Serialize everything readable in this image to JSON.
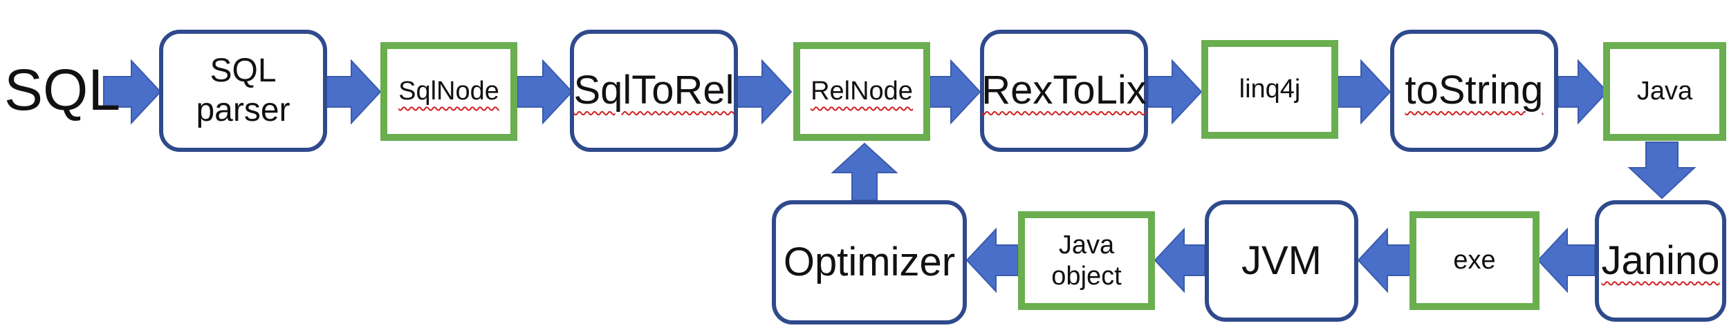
{
  "input_label": "SQL",
  "top_row": {
    "sql_parser": "SQL\nparser",
    "sqlnode": "SqlNode",
    "sqltorel": "SqlToRel",
    "relnode": "RelNode",
    "rextolix": "RexToLix",
    "linq4j": "linq4j",
    "tostring": "toString",
    "java": "Java"
  },
  "bottom_row": {
    "janino": "Janino",
    "exe": "exe",
    "jvm": "JVM",
    "java_object": "Java\nobject",
    "optimizer": "Optimizer"
  },
  "colors": {
    "process_border": "#2F4A8C",
    "data_border": "#6AAE4F",
    "arrow_fill": "#4A6FC8"
  }
}
